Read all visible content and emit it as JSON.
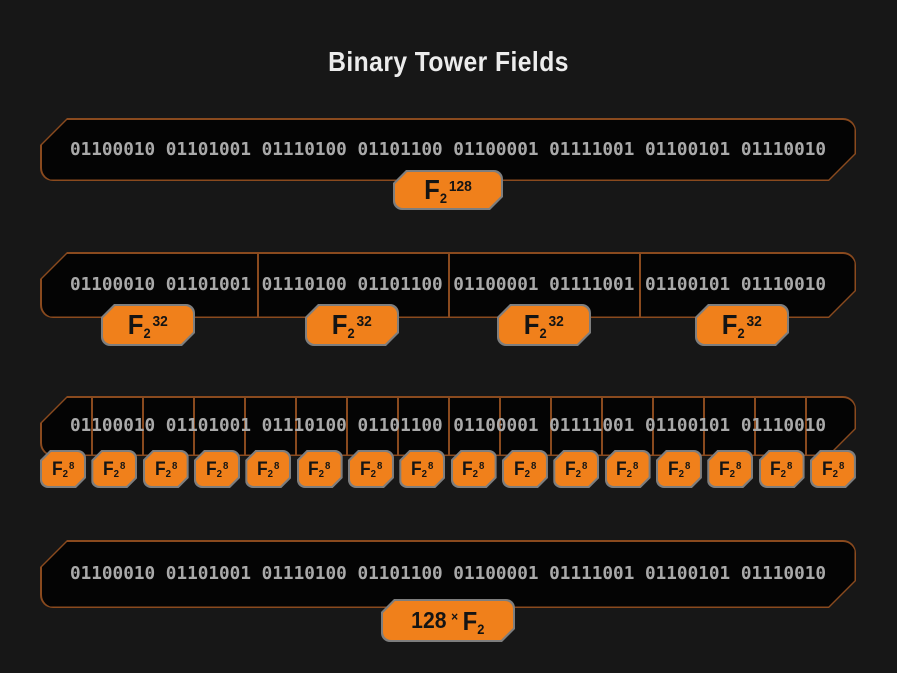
{
  "title": "Binary Tower Fields",
  "binary_string": "01100010 01101001 01110100 01101100 01100001 01111001 01100101 01110010",
  "labels": {
    "f2_128": {
      "base": "F",
      "sub": "2",
      "sup": "128"
    },
    "f2_32": {
      "base": "F",
      "sub": "2",
      "sup": "32"
    },
    "f2_8": {
      "base": "F",
      "sub": "2",
      "sup": "8"
    },
    "direct_sum": {
      "coefficient": "128",
      "operator": "×",
      "base": "F",
      "sub": "2"
    }
  },
  "structure": {
    "row1_cells": 1,
    "row2_cells": 4,
    "row3_cells": 16,
    "row4_cells": 1
  },
  "colors": {
    "background": "#171717",
    "box_fill": "#040404",
    "box_border": "#8a4a1e",
    "binary_text": "#a9a9a9",
    "title_text": "#ececec",
    "badge_orange": "#f0801b",
    "badge_text": "#141414",
    "badge_rim": "#7e7e7e"
  }
}
